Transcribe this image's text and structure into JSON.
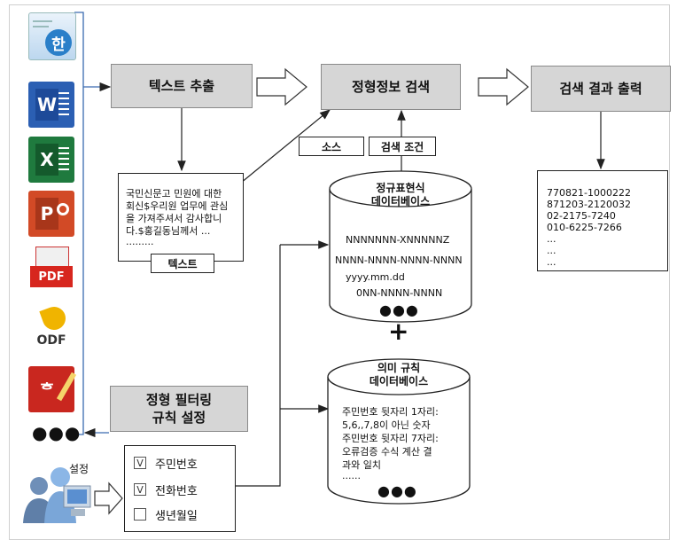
{
  "process": {
    "extract": "텍스트 추출",
    "search": "정형정보 검색",
    "output": "검색 결과 출력"
  },
  "labels": {
    "source": "소스",
    "condition": "검색 조건",
    "text": "텍스트",
    "setting": "설정"
  },
  "text_box": {
    "lines": [
      "국민신문고 민원에 대한",
      "회신$우리원 업무에 관심",
      "을 가져주셔서 감사합니",
      "다.$홍길동님께서 ...",
      "........."
    ]
  },
  "regex_db": {
    "title_1": "정규표현식",
    "title_2": "데이터베이스",
    "patterns": [
      "NNNNNNN-XNNNNNZ",
      "NNNN-NNNN-NNNN-NNNN",
      "yyyy.mm.dd",
      "0NN-NNNN-NNNN"
    ],
    "more": "●●●"
  },
  "plus": "+",
  "rule_db": {
    "title_1": "의미 규칙",
    "title_2": "데이터베이스",
    "lines": [
      "주민번호 뒷자리 1자리:",
      "5,6,,7,8이 아닌 숫자",
      "주민번호 뒷자리 7자리:",
      "오류검증 수식 계산 결",
      "과와 일치",
      "......"
    ],
    "more": "●●●"
  },
  "results": {
    "lines": [
      "770821-1000222",
      "871203-2120032",
      "02-2175-7240",
      "010-6225-7266",
      "...",
      "...",
      "..."
    ]
  },
  "filter": {
    "title_1": "정형 필터링",
    "title_2": "규칙 설정",
    "options": [
      {
        "label": "주민번호",
        "mark": "V"
      },
      {
        "label": "전화번호",
        "mark": "V"
      },
      {
        "label": "생년월일",
        "mark": ""
      }
    ]
  },
  "icons": {
    "hwp": "한",
    "word": "W",
    "excel": "X",
    "ppt": "P",
    "pdf": "PDF",
    "odf": "ODF",
    "more": "●●●"
  }
}
